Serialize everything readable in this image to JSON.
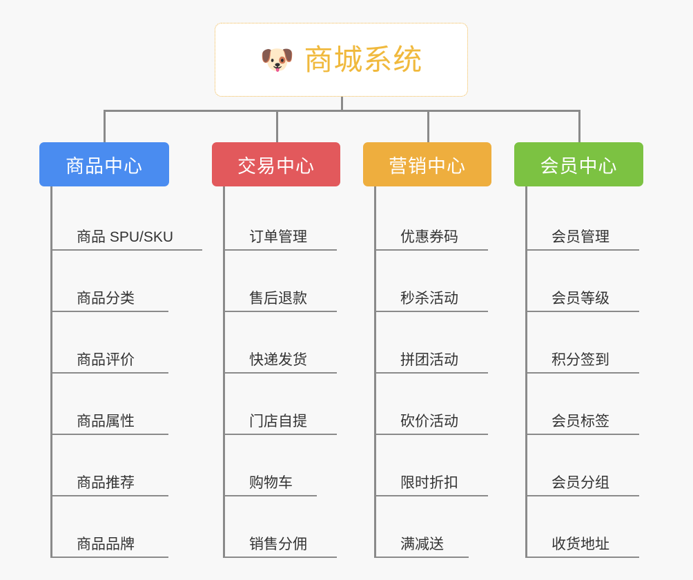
{
  "page": {
    "background_color": "#f8f8f8",
    "type": "mindmap"
  },
  "root": {
    "icon": "dog-face-emoji",
    "icon_glyph": "🐶",
    "title": "商城系统",
    "text_color": "#f0b93d",
    "border_color": "#f0b74a",
    "background_color": "#ffffff"
  },
  "branches": [
    {
      "id": "product-center",
      "label": "商品中心",
      "color": "#4a8cf0",
      "items": [
        {
          "label": "商品 SPU/SKU",
          "short": false
        },
        {
          "label": "商品分类",
          "short": true
        },
        {
          "label": "商品评价",
          "short": true
        },
        {
          "label": "商品属性",
          "short": true
        },
        {
          "label": "商品推荐",
          "short": true
        },
        {
          "label": "商品品牌",
          "short": true
        }
      ]
    },
    {
      "id": "trade-center",
      "label": "交易中心",
      "color": "#e2595c",
      "items": [
        {
          "label": "订单管理",
          "short": false
        },
        {
          "label": "售后退款",
          "short": false
        },
        {
          "label": "快递发货",
          "short": false
        },
        {
          "label": "门店自提",
          "short": false
        },
        {
          "label": "购物车",
          "short": true
        },
        {
          "label": "销售分佣",
          "short": false
        }
      ]
    },
    {
      "id": "marketing-center",
      "label": "营销中心",
      "color": "#eeae3e",
      "items": [
        {
          "label": "优惠券码",
          "short": false
        },
        {
          "label": "秒杀活动",
          "short": false
        },
        {
          "label": "拼团活动",
          "short": false
        },
        {
          "label": "砍价活动",
          "short": false
        },
        {
          "label": "限时折扣",
          "short": false
        },
        {
          "label": "满减送",
          "short": true
        }
      ]
    },
    {
      "id": "member-center",
      "label": "会员中心",
      "color": "#7cc242",
      "items": [
        {
          "label": "会员管理",
          "short": false
        },
        {
          "label": "会员等级",
          "short": false
        },
        {
          "label": "积分签到",
          "short": false
        },
        {
          "label": "会员标签",
          "short": false
        },
        {
          "label": "会员分组",
          "short": false
        },
        {
          "label": "收货地址",
          "short": false
        }
      ]
    }
  ]
}
